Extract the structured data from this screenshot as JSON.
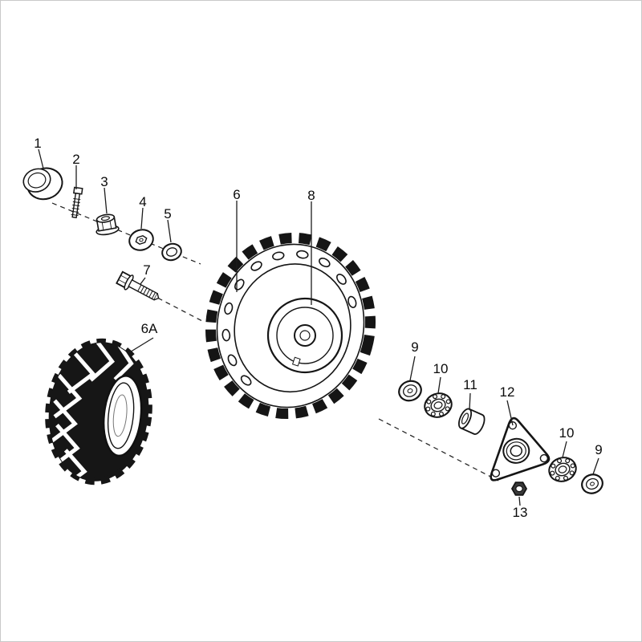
{
  "diagram": {
    "name": "wheel-assembly-exploded-parts-diagram",
    "ink_color": "#151515",
    "background_color": "#ffffff",
    "frame_color": "#c9c9c9",
    "callouts": [
      {
        "label": "1"
      },
      {
        "label": "2"
      },
      {
        "label": "3"
      },
      {
        "label": "4"
      },
      {
        "label": "5"
      },
      {
        "label": "6"
      },
      {
        "label": "8"
      },
      {
        "label": "7"
      },
      {
        "label": "6A"
      },
      {
        "label": "9"
      },
      {
        "label": "10"
      },
      {
        "label": "11"
      },
      {
        "label": "12"
      },
      {
        "label": "10"
      },
      {
        "label": "9"
      },
      {
        "label": "13"
      }
    ]
  }
}
